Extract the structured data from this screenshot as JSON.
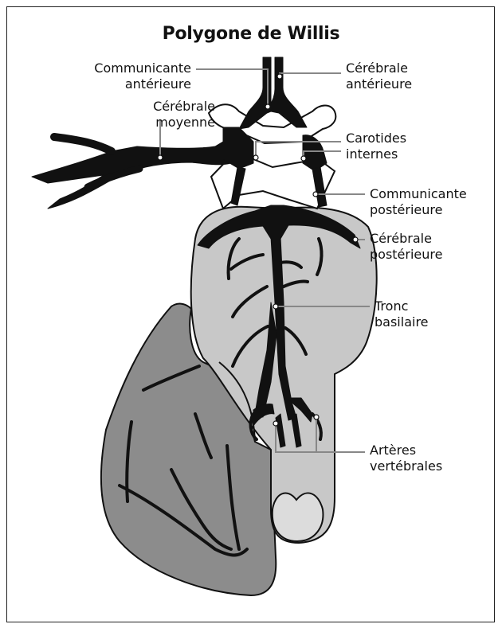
{
  "title": "Polygone de Willis",
  "labels": {
    "communicante_anterieure": [
      "Communicante",
      "antérieure"
    ],
    "cerebrale_anterieure": [
      "Cérébrale",
      "antérieure"
    ],
    "cerebrale_moyenne": [
      "Cérébrale",
      "moyenne"
    ],
    "carotides_internes": [
      "Carotides",
      "internes"
    ],
    "communicante_posterieure": [
      "Communicante",
      "postérieure"
    ],
    "cerebrale_posterieure": [
      "Cérébrale",
      "postérieure"
    ],
    "tronc_basilaire": [
      "Tronc",
      "basilaire"
    ],
    "arteres_vertebrales": [
      "Artères",
      "vertébrales"
    ]
  },
  "colors": {
    "artery": "#111111",
    "brainstem": "#c8c8c8",
    "cerebellum": "#8c8c8c",
    "optic": "#ffffff"
  }
}
